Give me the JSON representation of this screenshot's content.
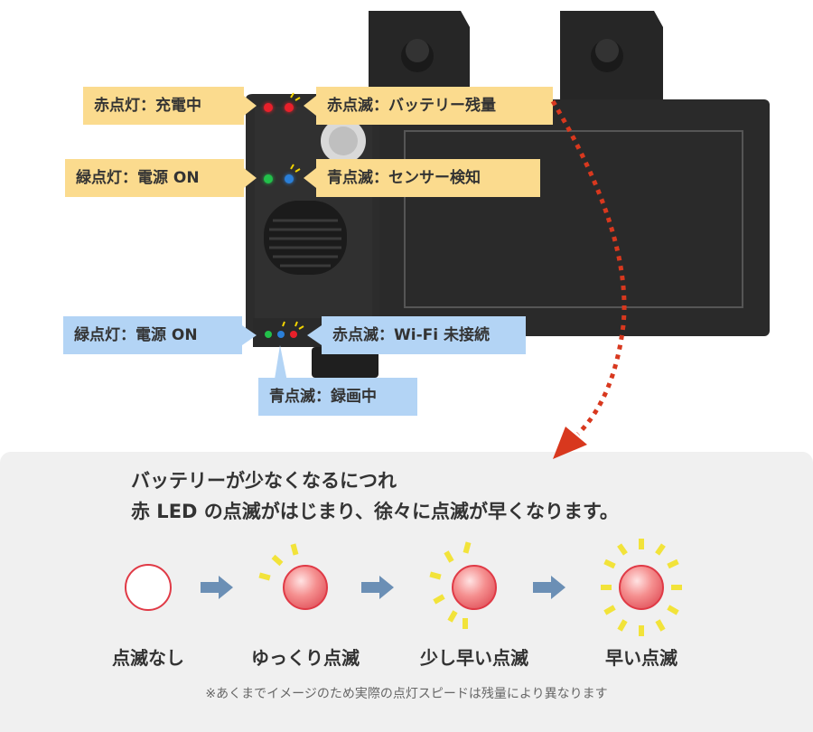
{
  "labels": {
    "red_on": "赤点灯：充電中",
    "red_blink_battery": "赤点滅：バッテリー残量",
    "green_on_top": "緑点灯：電源 ON",
    "blue_blink_sensor": "青点滅：センサー検知",
    "green_on_bottom": "緑点灯：電源 ON",
    "red_blink_wifi": "赤点滅：Wi-Fi 未接続",
    "blue_blink_record": "青点滅：録画中"
  },
  "panel": {
    "line1": "バッテリーが少なくなるにつれ",
    "line2": "赤 LED の点滅がはじまり、徐々に点滅が早くなります。",
    "states": [
      {
        "label": "点滅なし"
      },
      {
        "label": "ゆっくり点滅"
      },
      {
        "label": "少し早い点滅"
      },
      {
        "label": "早い点滅"
      }
    ],
    "note": "※あくまでイメージのため実際の点灯スピードは残量により異なります"
  },
  "colors": {
    "yellow_label": "#fbdb8e",
    "blue_label": "#b3d4f5",
    "led_red": "#e8202a",
    "led_green": "#22c04a",
    "led_blue": "#2a7fd8",
    "dotted_arrow": "#d8381e",
    "state_arrow": "#6b8fb5"
  }
}
